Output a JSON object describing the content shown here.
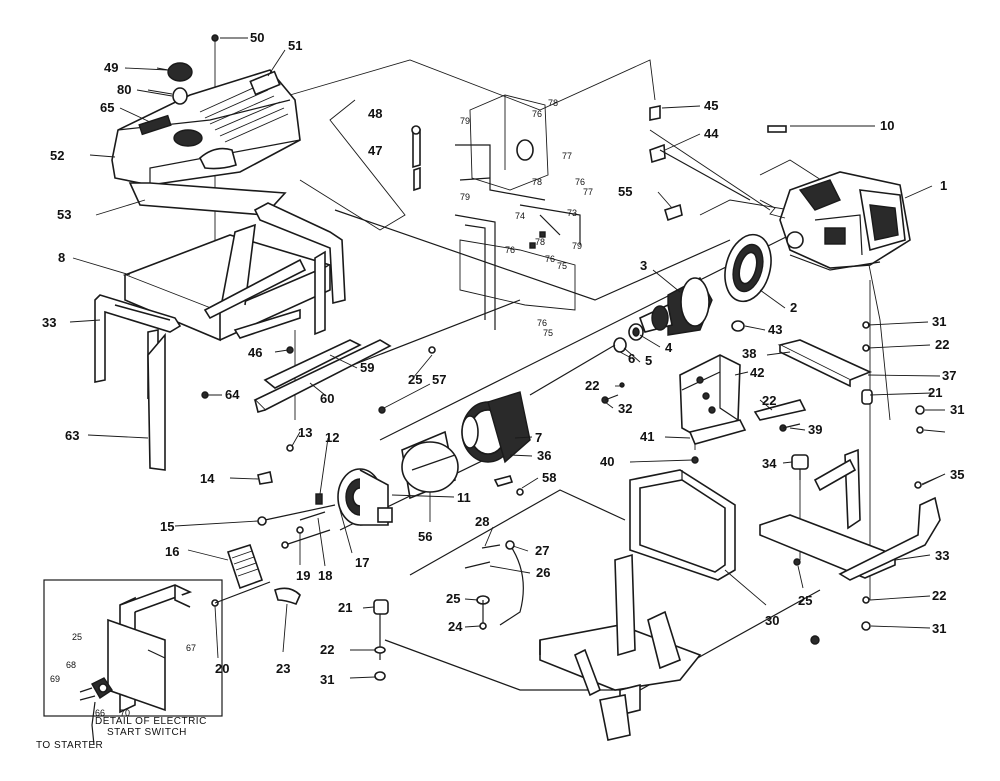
{
  "diagram": {
    "part_numbers": [
      "1",
      "2",
      "3",
      "4",
      "5",
      "6",
      "7",
      "8",
      "10",
      "11",
      "12",
      "13",
      "14",
      "15",
      "16",
      "17",
      "18",
      "19",
      "20",
      "21",
      "22",
      "23",
      "24",
      "25",
      "26",
      "27",
      "28",
      "30",
      "31",
      "32",
      "33",
      "34",
      "35",
      "36",
      "37",
      "38",
      "39",
      "40",
      "41",
      "42",
      "43",
      "44",
      "45",
      "46",
      "47",
      "48",
      "49",
      "50",
      "51",
      "52",
      "53",
      "55",
      "56",
      "57",
      "58",
      "59",
      "60",
      "63",
      "64",
      "65",
      "80"
    ],
    "inset_numbers": [
      "73",
      "74",
      "75",
      "76",
      "77",
      "78",
      "79"
    ],
    "detail_numbers": [
      "25",
      "66",
      "67",
      "68",
      "69",
      "70"
    ],
    "detail_caption_line1": "DETAIL OF ELECTRIC",
    "detail_caption_line2": "START SWITCH",
    "to_starter": "TO STARTER"
  }
}
